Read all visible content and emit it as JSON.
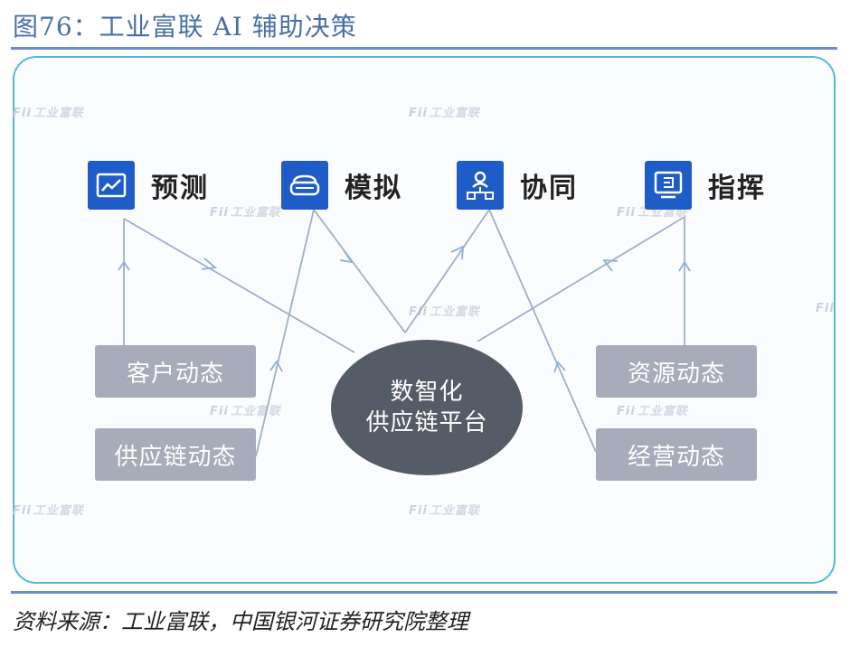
{
  "figure": {
    "title": "图76：工业富联 AI 辅助决策",
    "source": "资料来源：工业富联，中国银河证券研究院整理"
  },
  "watermark": {
    "logo": "Fii",
    "text": "工业富联"
  },
  "nodes": {
    "forecast": {
      "label": "预测",
      "icon": "line-chart-icon"
    },
    "simulation": {
      "label": "模拟",
      "icon": "vr-headset-icon"
    },
    "collaboration": {
      "label": "协同",
      "icon": "network-user-icon"
    },
    "command": {
      "label": "指挥",
      "icon": "monitor-icon"
    },
    "hub": {
      "line1": "数智化",
      "line2": "供应链平台"
    },
    "customer": {
      "label": "客户动态"
    },
    "supply_chain": {
      "label": "供应链动态"
    },
    "resource": {
      "label": "资源动态"
    },
    "operation": {
      "label": "经营动态"
    }
  },
  "colors": {
    "title": "#4a6fa5",
    "rule": "#6e8fbd",
    "panel_border": "#57b7d6",
    "icon_fill": "#1e5cc8",
    "status_fill": "#a7abba",
    "hub_fill": "#565b68",
    "connector": "#9fb0c8"
  }
}
